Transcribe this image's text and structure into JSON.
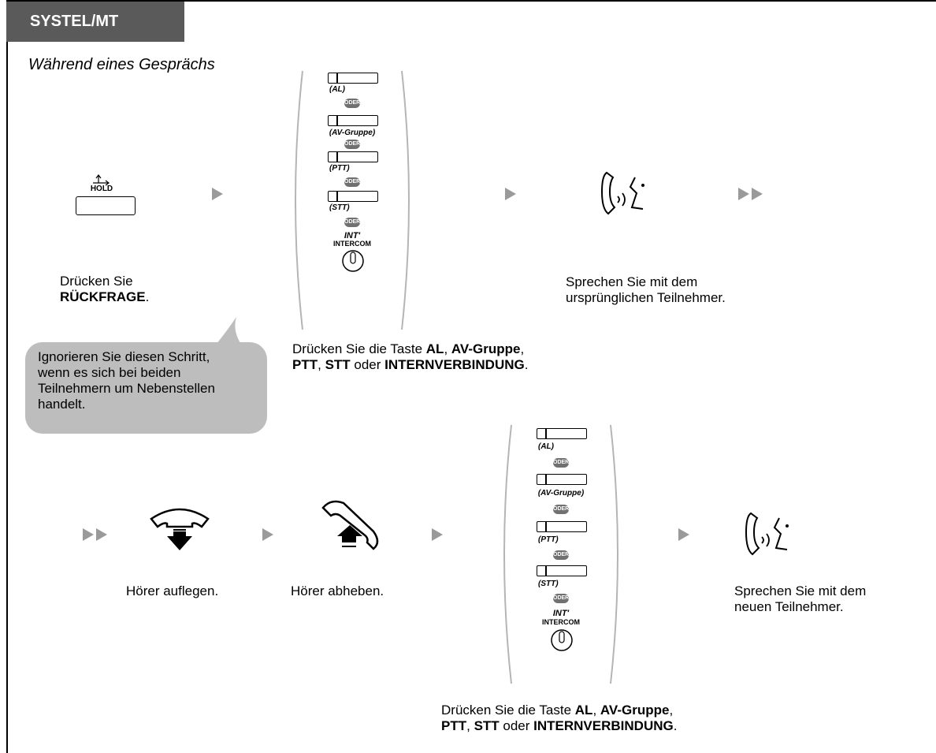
{
  "header": {
    "tab_label": "SYSTEL/MT"
  },
  "subtitle": "Während eines Gesprächs",
  "step_hold": {
    "key_label": "HOLD",
    "line1": "Drücken Sie",
    "line2_bold": "RÜCKFRAGE",
    "line2_rest": "."
  },
  "key_group": {
    "al": "(AL)",
    "oder": "ODER",
    "av": "(AV-Gruppe)",
    "ptt": "(PTT)",
    "stt": "(STT)",
    "int": "INT'",
    "intercom": "INTERCOM"
  },
  "key_group_caption": {
    "p1": "Drücken Sie die Taste ",
    "b1": "AL",
    "p2": ", ",
    "b2": "AV-Gruppe",
    "p3": ",",
    "b3": "PTT",
    "p4": ", ",
    "b4": "STT",
    "p5": " oder ",
    "b5": "INTERNVERBINDUNG",
    "p6": "."
  },
  "speak_original": {
    "line1": "Sprechen Sie mit dem",
    "line2": "ursprünglichen Teilnehmer."
  },
  "bubble": {
    "line1": "Ignorieren Sie diesen Schritt,",
    "line2": "wenn es sich bei beiden",
    "line3": "Teilnehmern um Nebenstellen",
    "line4": "handelt."
  },
  "hang_up": "Hörer auflegen.",
  "pick_up": "Hörer abheben.",
  "speak_new": {
    "line1": "Sprechen Sie mit dem",
    "line2": "neuen Teilnehmer."
  },
  "colors": {
    "tab": "#5a5a5a",
    "arrow": "#9a9a9a",
    "bubble": "#bdbdbd",
    "oder": "#707070"
  }
}
